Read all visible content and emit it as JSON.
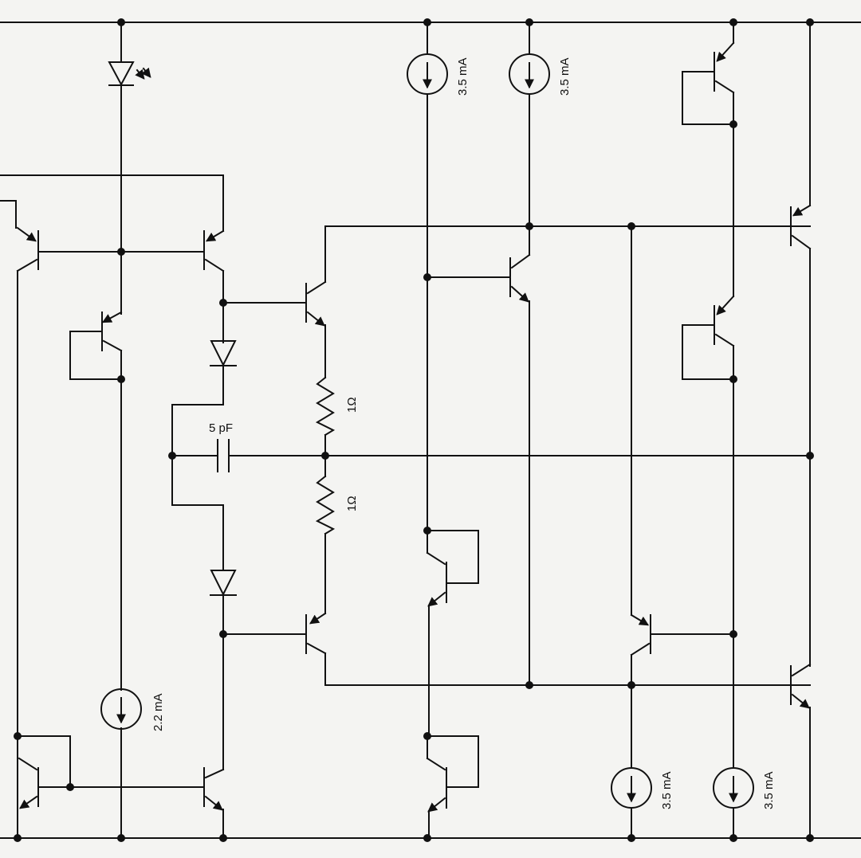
{
  "labels": {
    "cs_top_1": "3.5 mA",
    "cs_top_2": "3.5 mA",
    "cs_left": "2.2 mA",
    "cs_bottom_1": "3.5 mA",
    "cs_bottom_2": "3.5 mA",
    "cap": "5 pF",
    "res_top": "1Ω",
    "res_bottom": "1Ω"
  }
}
